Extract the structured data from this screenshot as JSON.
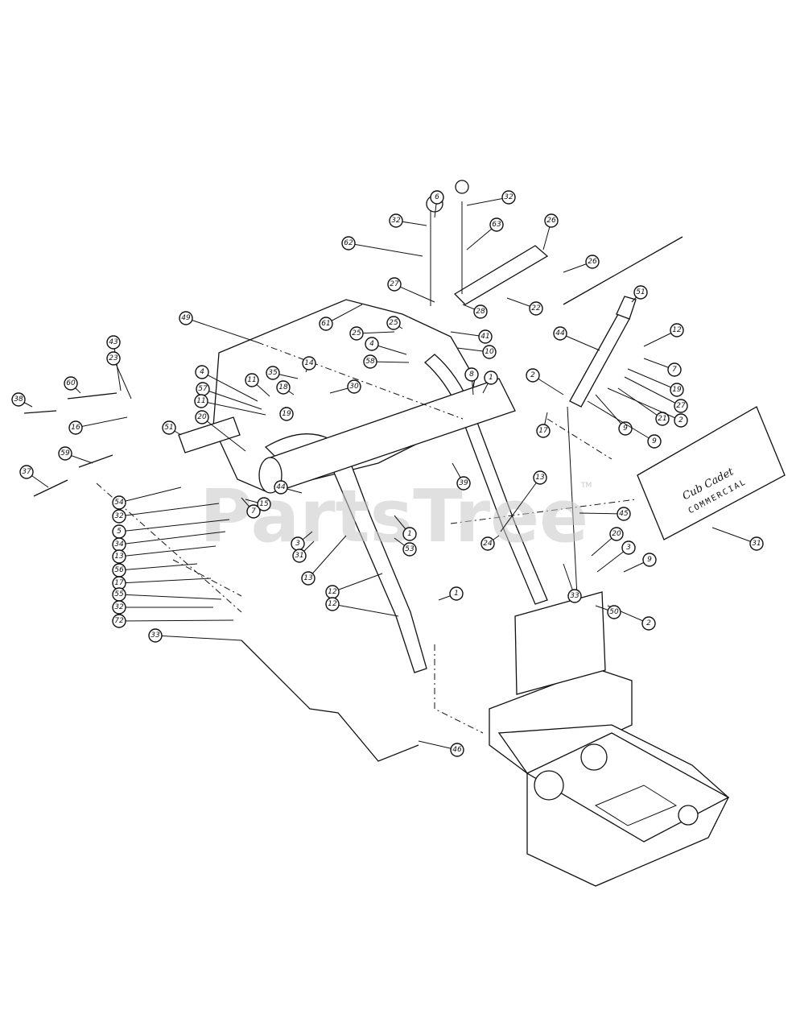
{
  "watermark": {
    "text": "PartsTree",
    "tm": "TM"
  },
  "decal": {
    "brand": "Cub Cadet",
    "line2": "COMMERCIAL"
  },
  "callouts": [
    {
      "label": "6"
    },
    {
      "label": "32"
    },
    {
      "label": "32"
    },
    {
      "label": "62"
    },
    {
      "label": "63"
    },
    {
      "label": "26"
    },
    {
      "label": "26"
    },
    {
      "label": "51"
    },
    {
      "label": "27"
    },
    {
      "label": "22"
    },
    {
      "label": "28"
    },
    {
      "label": "61"
    },
    {
      "label": "25"
    },
    {
      "label": "25"
    },
    {
      "label": "41"
    },
    {
      "label": "4"
    },
    {
      "label": "10"
    },
    {
      "label": "58"
    },
    {
      "label": "49"
    },
    {
      "label": "14"
    },
    {
      "label": "35"
    },
    {
      "label": "30"
    },
    {
      "label": "43"
    },
    {
      "label": "23"
    },
    {
      "label": "60"
    },
    {
      "label": "38"
    },
    {
      "label": "16"
    },
    {
      "label": "4"
    },
    {
      "label": "57"
    },
    {
      "label": "11"
    },
    {
      "label": "11"
    },
    {
      "label": "18"
    },
    {
      "label": "19"
    },
    {
      "label": "20"
    },
    {
      "label": "51"
    },
    {
      "label": "59"
    },
    {
      "label": "37"
    },
    {
      "label": "8"
    },
    {
      "label": "1"
    },
    {
      "label": "44"
    },
    {
      "label": "12"
    },
    {
      "label": "2"
    },
    {
      "label": "7"
    },
    {
      "label": "19"
    },
    {
      "label": "27"
    },
    {
      "label": "21"
    },
    {
      "label": "9"
    },
    {
      "label": "9"
    },
    {
      "label": "2"
    },
    {
      "label": "17"
    },
    {
      "label": "39"
    },
    {
      "label": "13"
    },
    {
      "label": "54"
    },
    {
      "label": "32"
    },
    {
      "label": "5"
    },
    {
      "label": "34"
    },
    {
      "label": "13"
    },
    {
      "label": "56"
    },
    {
      "label": "17"
    },
    {
      "label": "55"
    },
    {
      "label": "32"
    },
    {
      "label": "72"
    },
    {
      "label": "33"
    },
    {
      "label": "44"
    },
    {
      "label": "15"
    },
    {
      "label": "7"
    },
    {
      "label": "1"
    },
    {
      "label": "3"
    },
    {
      "label": "31"
    },
    {
      "label": "13"
    },
    {
      "label": "53"
    },
    {
      "label": "24"
    },
    {
      "label": "45"
    },
    {
      "label": "12"
    },
    {
      "label": "12"
    },
    {
      "label": "33"
    },
    {
      "label": "1"
    },
    {
      "label": "20"
    },
    {
      "label": "3"
    },
    {
      "label": "9"
    },
    {
      "label": "2"
    },
    {
      "label": "50"
    },
    {
      "label": "31"
    },
    {
      "label": "46"
    }
  ]
}
